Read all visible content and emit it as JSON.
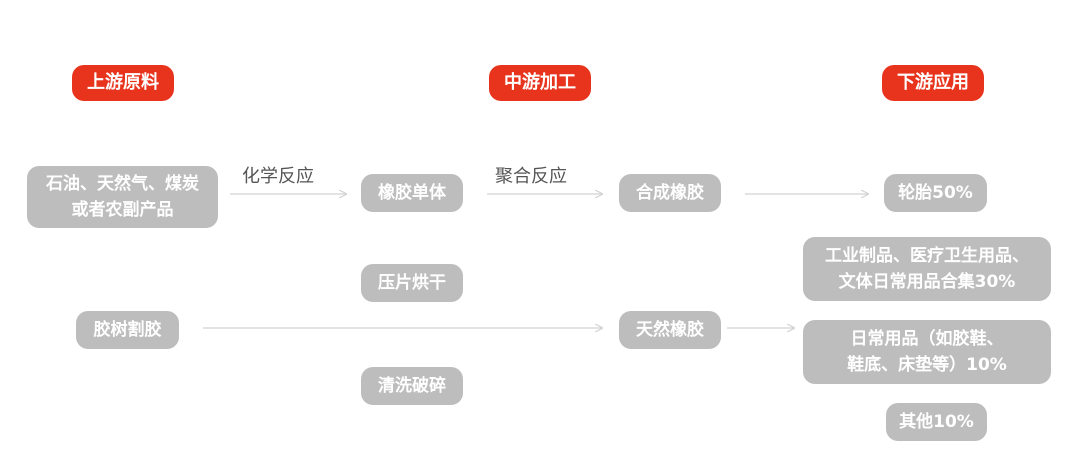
{
  "colors": {
    "header_bg": "#e8341d",
    "node_bg": "#bdbdbd",
    "arrow": "#d2d2d2",
    "edge_text": "#555555"
  },
  "headers": {
    "upstream": "上游原料",
    "midstream": "中游加工",
    "downstream": "下游应用"
  },
  "nodes": {
    "raw_materials": [
      "石油、天然气、煤炭",
      "或者农副产品"
    ],
    "latex_tapping": "胶树割胶",
    "rubber_monomer": "橡胶单体",
    "sheet_drying": "压片烘干",
    "washing_crushing": "清洗破碎",
    "synthetic_rubber": "合成橡胶",
    "natural_rubber": "天然橡胶",
    "tires": "轮胎50%",
    "industrial_medical": [
      "工业制品、医疗卫生用品、",
      "文体日常用品合集30%"
    ],
    "daily_goods": [
      "日常用品（如胶鞋、",
      "鞋底、床垫等）10%"
    ],
    "others": "其他10%"
  },
  "edge_labels": {
    "chemical_reaction": "化学反应",
    "polymerization": "聚合反应"
  }
}
